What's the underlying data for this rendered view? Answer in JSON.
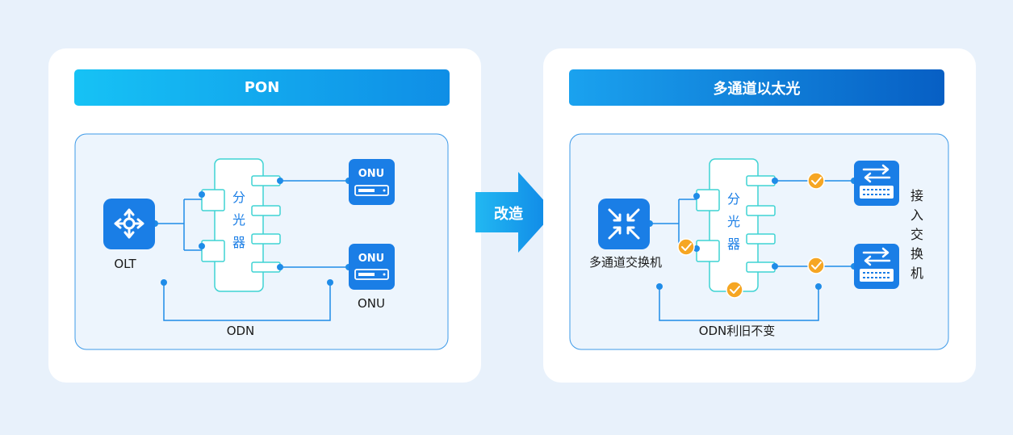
{
  "pon": {
    "title": "PON",
    "olt_label": "OLT",
    "splitter_label": [
      "分",
      "光",
      "器"
    ],
    "onu_badge": "ONU",
    "onu_label": "ONU",
    "odn_label": "ODN"
  },
  "arrow": {
    "label": "改造"
  },
  "ethernet": {
    "title": "多通道以太光",
    "switch_label": "多通道交换机",
    "splitter_label": [
      "分",
      "光",
      "器"
    ],
    "access_switch_label": [
      "接",
      "入",
      "交",
      "换",
      "机"
    ],
    "odn_label": "ODN利旧不变"
  },
  "colors": {
    "background": "#e8f1fb",
    "blue_primary": "#1a7ee6",
    "line_blue": "#1f8ce8",
    "splitter_teal": "#3fd3d3",
    "check_orange": "#f6a623"
  }
}
